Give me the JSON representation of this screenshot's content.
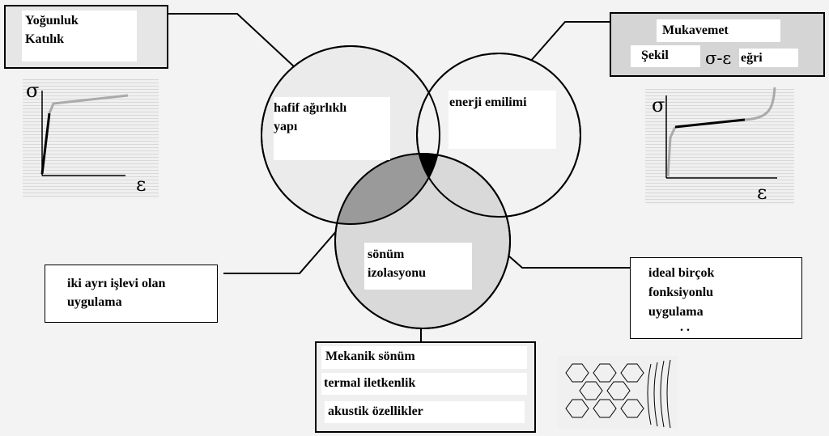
{
  "boxes": {
    "density": {
      "line1": "Yoğunluk",
      "line2": "Katılık"
    },
    "strength": {
      "title": "Mukavemet",
      "shape": "Şekil",
      "sigma_eps": "σ-ε",
      "curve": "eğri"
    },
    "light": {
      "line1": "hafif ağırlıklı",
      "line2": "yapı"
    },
    "energy": {
      "line1": "enerji emilimi"
    },
    "damping": {
      "line1": "sönüm",
      "line2": "izolasyonu"
    },
    "dual": {
      "line1": "iki ayrı işlevi olan",
      "line2": "uygulama"
    },
    "multi": {
      "line1": "ideal birçok",
      "line2": "fonksiyonlu",
      "line3": "uygulama",
      "dots": ". ."
    },
    "properties": {
      "line1": "Mekanik sönüm",
      "line2": "termal iletkenlik",
      "line3": "akustik özellikler"
    }
  },
  "graph_left": {
    "ylabel": "σ",
    "xlabel": "ε"
  },
  "graph_right": {
    "ylabel": "σ",
    "xlabel": "ε"
  },
  "colors": {
    "background": "#f3f3f3",
    "overlap": "#9a9a9a",
    "center": "#000000",
    "sonum_circle": "#d9d9d9"
  }
}
